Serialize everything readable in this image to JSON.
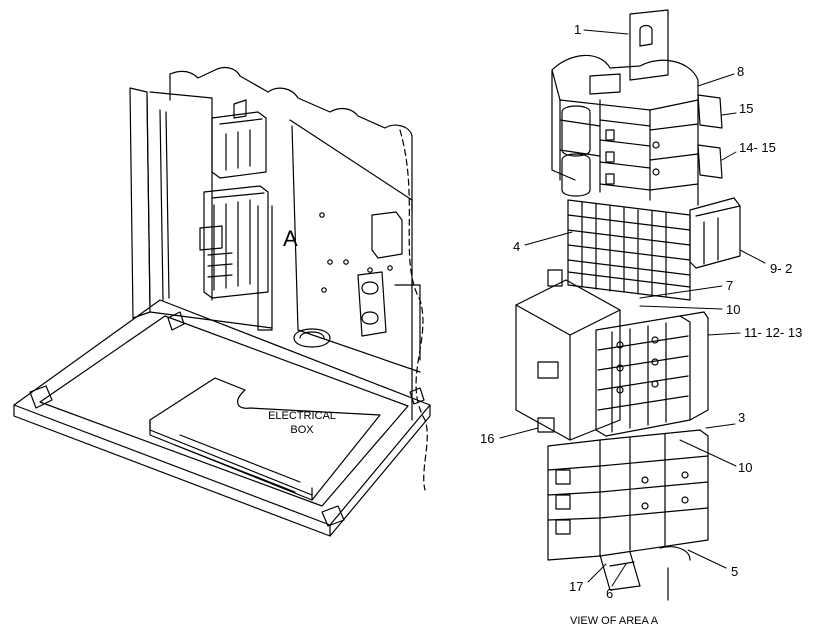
{
  "left_view": {
    "area_marker": "A",
    "box_label_line1": "ELECTRICAL",
    "box_label_line2": "BOX"
  },
  "right_view": {
    "caption": "VIEW OF AREA A",
    "callouts": {
      "c1": "1",
      "c8": "8",
      "c15": "15",
      "c14_15": "14- 15",
      "c4": "4",
      "c9_2": "9- 2",
      "c7": "7",
      "c10a": "10",
      "c11_12_13": "11- 12- 13",
      "c3": "3",
      "c16": "16",
      "c10b": "10",
      "c5": "5",
      "c17": "17",
      "c6": "6"
    }
  },
  "colors": {
    "line": "#000000",
    "background": "#ffffff"
  }
}
